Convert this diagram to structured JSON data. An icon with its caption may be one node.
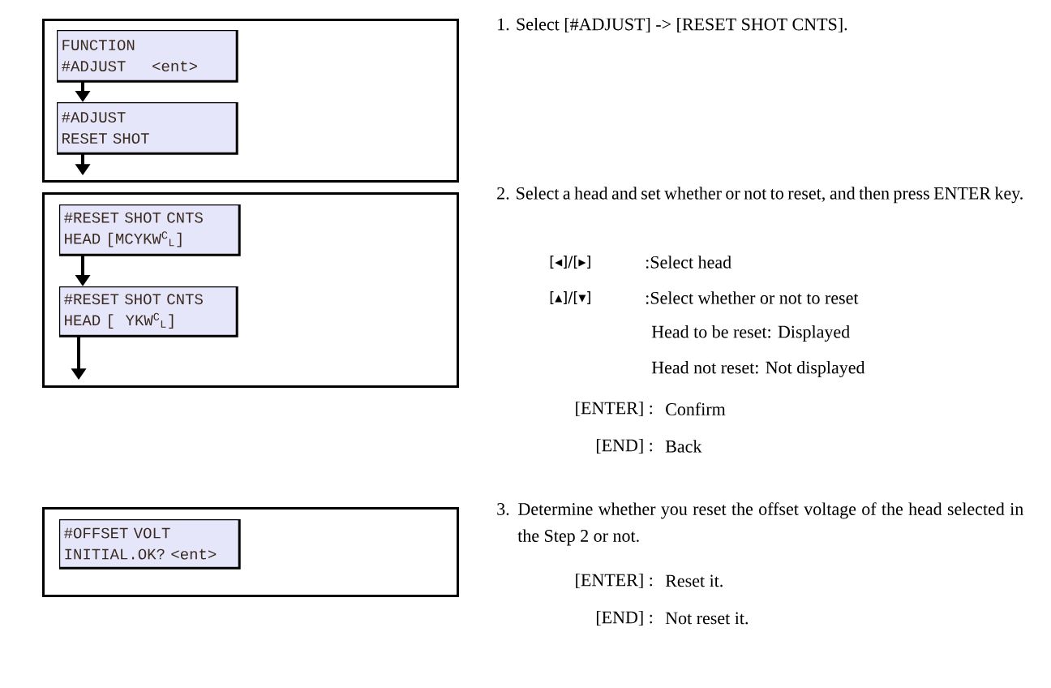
{
  "diagram": {
    "nodes": [
      {
        "text": [],
        "shape": "box"
      },
      {
        "text": [
          "FUNCTION",
          "#ADJUST     <ent>"
        ],
        "in": 0
      },
      {
        "text": [
          "#ADJUST",
          "RESET SHOT"
        ],
        "in": 0
      },
      {
        "text": [],
        "shape": "box"
      },
      {
        "text": [
          "#RESET SHOT CNTS",
          "HEAD [MCYKW$^{C}$$_{L}$]"
        ],
        "in": 3
      },
      {
        "text": [
          "#RESET SHOT CNTS",
          "HEAD [  YKW$^{C}$$_{L}$]"
        ],
        "in": 3
      },
      {
        "text": [],
        "shape": "box"
      },
      {
        "text": [
          "#OFFSET VOLT",
          "INITIAL.OK? <ent>"
        ],
        "in": 6
      }
    ],
    "edges": [
      {
        "from": 1,
        "to": 2,
        "arrow": "to"
      },
      {
        "from": 2,
        "to": null,
        "arrow": "to"
      },
      {
        "from": 4,
        "to": 5,
        "arrow": "to"
      },
      {
        "from": 5,
        "to": null,
        "arrow": "to"
      }
    ],
    "labels": [
      "1. Select [#ADJUST] -> [RESET SHOT CNTS].",
      "2. Select a head and set whether or not to reset, and then press ENTER key.",
      "[◂]/[▸]",
      ":Select head",
      "[▴]/[▾]",
      ":Select whether or not to reset",
      "Head to be reset: Displayed",
      "Head not reset: Not displayed",
      "[ENTER] :",
      "Confirm",
      "[END] :",
      "Back",
      "3. Determine whether you reset the offset voltage of the head selected in the Step 2 or not.",
      "[ENTER] :",
      "Reset it.",
      "[END] :",
      "Not reset it."
    ]
  }
}
